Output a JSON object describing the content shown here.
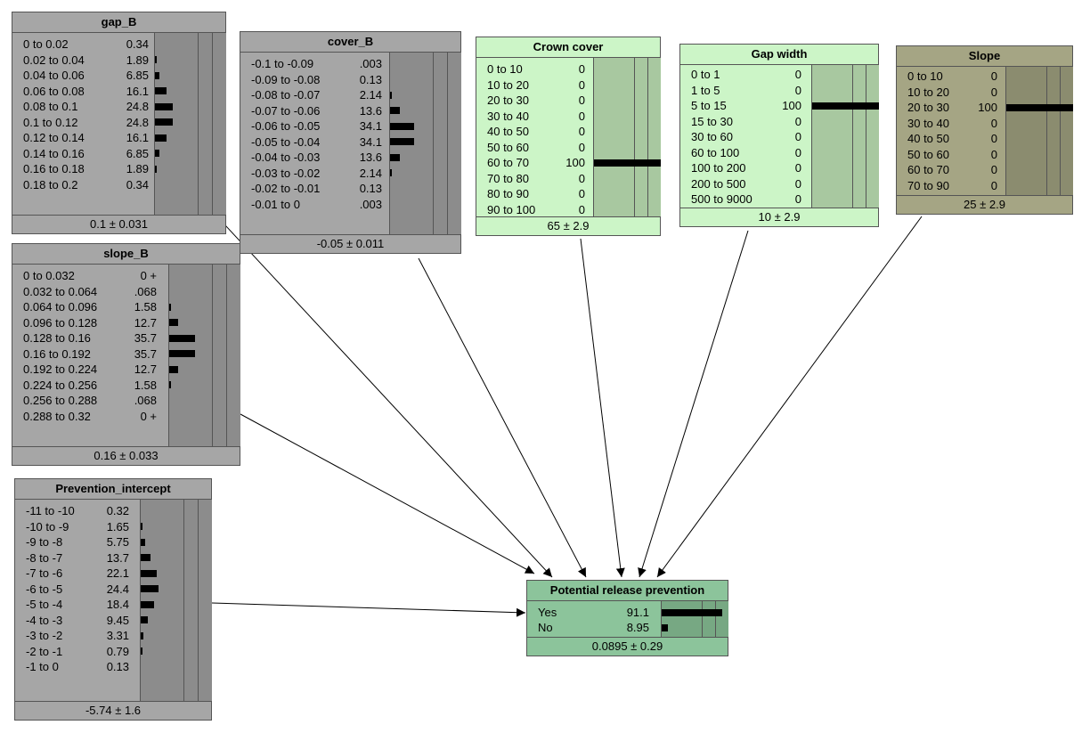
{
  "nodes": [
    {
      "id": "gap-b",
      "title": "gap_B",
      "states": [
        {
          "label": "0 to 0.02",
          "value": "0.34",
          "p": 0.34
        },
        {
          "label": "0.02 to 0.04",
          "value": "1.89",
          "p": 1.89
        },
        {
          "label": "0.04 to 0.06",
          "value": "6.85",
          "p": 6.85
        },
        {
          "label": "0.06 to 0.08",
          "value": "16.1",
          "p": 16.1
        },
        {
          "label": "0.08 to 0.1",
          "value": "24.8",
          "p": 24.8
        },
        {
          "label": "0.1 to 0.12",
          "value": "24.8",
          "p": 24.8
        },
        {
          "label": "0.12 to 0.14",
          "value": "16.1",
          "p": 16.1
        },
        {
          "label": "0.14 to 0.16",
          "value": "6.85",
          "p": 6.85
        },
        {
          "label": "0.16 to 0.18",
          "value": "1.89",
          "p": 1.89
        },
        {
          "label": "0.18 to 0.2",
          "value": "0.34",
          "p": 0.34
        }
      ],
      "footer": "0.1 ± 0.031"
    },
    {
      "id": "cover-b",
      "title": "cover_B",
      "states": [
        {
          "label": "-0.1 to -0.09",
          "value": ".003",
          "p": 0.003
        },
        {
          "label": "-0.09 to -0.08",
          "value": "0.13",
          "p": 0.13
        },
        {
          "label": "-0.08 to -0.07",
          "value": "2.14",
          "p": 2.14
        },
        {
          "label": "-0.07 to -0.06",
          "value": "13.6",
          "p": 13.6
        },
        {
          "label": "-0.06 to -0.05",
          "value": "34.1",
          "p": 34.1
        },
        {
          "label": "-0.05 to -0.04",
          "value": "34.1",
          "p": 34.1
        },
        {
          "label": "-0.04 to -0.03",
          "value": "13.6",
          "p": 13.6
        },
        {
          "label": "-0.03 to -0.02",
          "value": "2.14",
          "p": 2.14
        },
        {
          "label": "-0.02 to -0.01",
          "value": "0.13",
          "p": 0.13
        },
        {
          "label": "-0.01 to 0",
          "value": ".003",
          "p": 0.003
        }
      ],
      "footer": "-0.05 ± 0.011"
    },
    {
      "id": "crown-cover",
      "title": "Crown cover",
      "states": [
        {
          "label": "0 to 10",
          "value": "0",
          "p": 0
        },
        {
          "label": "10 to 20",
          "value": "0",
          "p": 0
        },
        {
          "label": "20 to 30",
          "value": "0",
          "p": 0
        },
        {
          "label": "30 to 40",
          "value": "0",
          "p": 0
        },
        {
          "label": "40 to 50",
          "value": "0",
          "p": 0
        },
        {
          "label": "50 to 60",
          "value": "0",
          "p": 0
        },
        {
          "label": "60 to 70",
          "value": "100",
          "p": 100
        },
        {
          "label": "70 to 80",
          "value": "0",
          "p": 0
        },
        {
          "label": "80 to 90",
          "value": "0",
          "p": 0
        },
        {
          "label": "90 to 100",
          "value": "0",
          "p": 0
        }
      ],
      "footer": "65 ± 2.9"
    },
    {
      "id": "gap-width",
      "title": "Gap width",
      "states": [
        {
          "label": "0 to 1",
          "value": "0",
          "p": 0
        },
        {
          "label": "1 to 5",
          "value": "0",
          "p": 0
        },
        {
          "label": "5 to 15",
          "value": "100",
          "p": 100
        },
        {
          "label": "15 to 30",
          "value": "0",
          "p": 0
        },
        {
          "label": "30 to 60",
          "value": "0",
          "p": 0
        },
        {
          "label": "60 to 100",
          "value": "0",
          "p": 0
        },
        {
          "label": "100 to 200",
          "value": "0",
          "p": 0
        },
        {
          "label": "200 to 500",
          "value": "0",
          "p": 0
        },
        {
          "label": "500 to 9000",
          "value": "0",
          "p": 0
        }
      ],
      "footer": "10 ± 2.9"
    },
    {
      "id": "slope",
      "title": "Slope",
      "states": [
        {
          "label": "0 to 10",
          "value": "0",
          "p": 0
        },
        {
          "label": "10 to 20",
          "value": "0",
          "p": 0
        },
        {
          "label": "20 to 30",
          "value": "100",
          "p": 100
        },
        {
          "label": "30 to 40",
          "value": "0",
          "p": 0
        },
        {
          "label": "40 to 50",
          "value": "0",
          "p": 0
        },
        {
          "label": "50 to 60",
          "value": "0",
          "p": 0
        },
        {
          "label": "60 to 70",
          "value": "0",
          "p": 0
        },
        {
          "label": "70 to 90",
          "value": "0",
          "p": 0
        }
      ],
      "footer": "25 ± 2.9"
    },
    {
      "id": "slope-b",
      "title": "slope_B",
      "states": [
        {
          "label": "0 to 0.032",
          "value": "0 +",
          "p": 0
        },
        {
          "label": "0.032 to 0.064",
          "value": ".068",
          "p": 0.068
        },
        {
          "label": "0.064 to 0.096",
          "value": "1.58",
          "p": 1.58
        },
        {
          "label": "0.096 to 0.128",
          "value": "12.7",
          "p": 12.7
        },
        {
          "label": "0.128 to 0.16",
          "value": "35.7",
          "p": 35.7
        },
        {
          "label": "0.16 to 0.192",
          "value": "35.7",
          "p": 35.7
        },
        {
          "label": "0.192 to 0.224",
          "value": "12.7",
          "p": 12.7
        },
        {
          "label": "0.224 to 0.256",
          "value": "1.58",
          "p": 1.58
        },
        {
          "label": "0.256 to 0.288",
          "value": ".068",
          "p": 0.068
        },
        {
          "label": "0.288 to 0.32",
          "value": "0 +",
          "p": 0
        }
      ],
      "footer": "0.16 ± 0.033"
    },
    {
      "id": "prevention-intercept",
      "title": "Prevention_intercept",
      "states": [
        {
          "label": "-11 to -10",
          "value": "0.32",
          "p": 0.32
        },
        {
          "label": "-10 to -9",
          "value": "1.65",
          "p": 1.65
        },
        {
          "label": "-9 to -8",
          "value": "5.75",
          "p": 5.75
        },
        {
          "label": "-8 to -7",
          "value": "13.7",
          "p": 13.7
        },
        {
          "label": "-7 to -6",
          "value": "22.1",
          "p": 22.1
        },
        {
          "label": "-6 to -5",
          "value": "24.4",
          "p": 24.4
        },
        {
          "label": "-5 to -4",
          "value": "18.4",
          "p": 18.4
        },
        {
          "label": "-4 to -3",
          "value": "9.45",
          "p": 9.45
        },
        {
          "label": "-3 to -2",
          "value": "3.31",
          "p": 3.31
        },
        {
          "label": "-2 to -1",
          "value": "0.79",
          "p": 0.79
        },
        {
          "label": "-1 to 0",
          "value": "0.13",
          "p": 0.13
        }
      ],
      "footer": "-5.74 ± 1.6"
    },
    {
      "id": "potential-release-prevention",
      "title": "Potential release prevention",
      "states": [
        {
          "label": "Yes",
          "value": "91.1",
          "p": 91.1
        },
        {
          "label": "No",
          "value": "8.95",
          "p": 8.95
        }
      ],
      "footer": "0.0895 ± 0.29"
    }
  ],
  "colors": {
    "gray": "#a6a6a6",
    "green": "#ccf5c7",
    "olive": "#a5a584",
    "dark_green": "#8cc49b",
    "bar": "#000000",
    "link": "#000000"
  }
}
